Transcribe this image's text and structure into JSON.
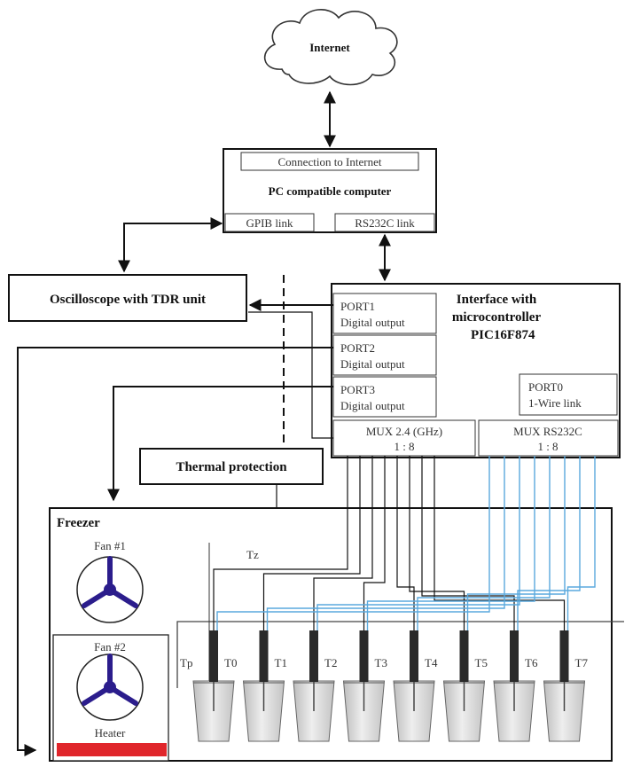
{
  "cloud": {
    "label": "Internet"
  },
  "pc": {
    "title": "PC compatible computer",
    "conn_label": "Connection to Internet",
    "gpib_label": "GPIB link",
    "rs232_label": "RS232C link"
  },
  "oscilloscope": {
    "label": "Oscilloscope with TDR unit"
  },
  "interface": {
    "title_line1": "Interface with",
    "title_line2": "microcontroller",
    "title_line3": "PIC16F874",
    "ports": [
      {
        "name": "PORT1",
        "desc": "Digital output"
      },
      {
        "name": "PORT2",
        "desc": "Digital output"
      },
      {
        "name": "PORT3",
        "desc": "Digital output"
      }
    ],
    "port0": {
      "name": "PORT0",
      "desc": "1-Wire link"
    },
    "mux_ghz": {
      "line1": "MUX 2.4 (GHz)",
      "line2": "1 : 8"
    },
    "mux_rs": {
      "line1": "MUX RS232C",
      "line2": "1 : 8"
    }
  },
  "thermal": {
    "label": "Thermal protection"
  },
  "freezer": {
    "label": "Freezer",
    "fan1": "Fan #1",
    "fan2": "Fan #2",
    "heater": "Heater",
    "tz": "Tz",
    "tp": "Tp",
    "sensors": [
      "T0",
      "T1",
      "T2",
      "T3",
      "T4",
      "T5",
      "T6",
      "T7"
    ]
  },
  "colors": {
    "heater": "#e0262b",
    "fan": "#2b1d8c",
    "rs_wire": "#5aa9dd",
    "cup": "#d9d9d9"
  }
}
